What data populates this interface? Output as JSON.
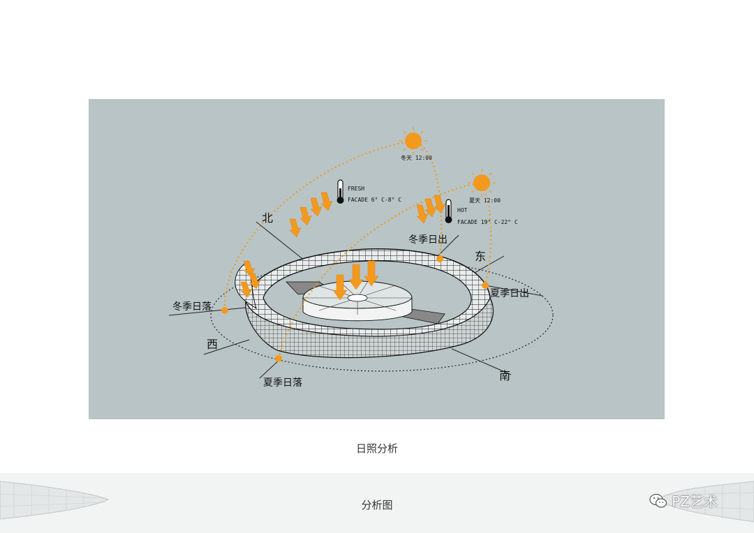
{
  "diagram": {
    "winter_noon": "冬天 12:00",
    "summer_noon": "夏天 12:00",
    "fresh_label": "FRESH",
    "fresh_facade": "FACADE  6° C-8° C",
    "hot_label": "HOT",
    "hot_facade": "FACADE  19° C-22° C",
    "winter_sunrise": "冬季日出",
    "winter_sunset": "冬季日落",
    "summer_sunrise": "夏季日出",
    "summer_sunset": "夏季日落",
    "north": "北",
    "east": "东",
    "south": "南",
    "west": "西"
  },
  "caption": "日照分析",
  "footer": {
    "title": "分析图",
    "brand": "PZ艺术"
  },
  "colors": {
    "panel": "#b8c4c5",
    "sun_path": "#f39a1e",
    "arrow": "#f39a1e"
  },
  "icons": [
    "sun-icon",
    "thermometer-icon",
    "wechat-icon"
  ]
}
